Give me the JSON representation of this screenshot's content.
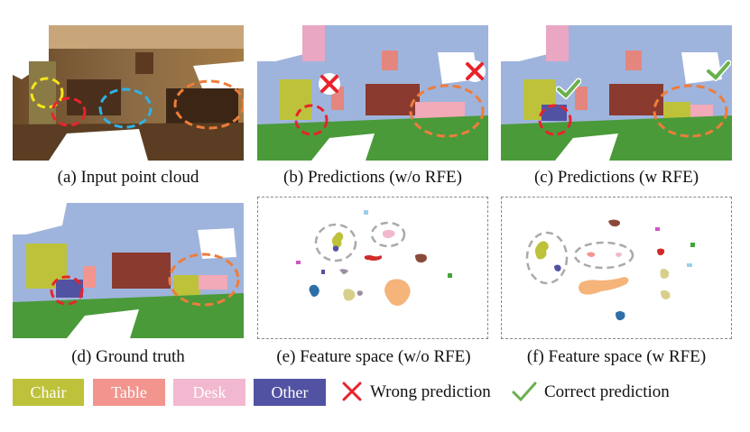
{
  "captions": {
    "a": "(a) Input point cloud",
    "b": "(b) Predictions (w/o RFE)",
    "c": "(c) Predictions (w RFE)",
    "d": "(d) Ground truth",
    "e": "(e) Feature space (w/o RFE)",
    "f": "(f) Feature space (w RFE)"
  },
  "legend": {
    "chair": "Chair",
    "table": "Table",
    "desk": "Desk",
    "other": "Other",
    "wrong": "Wrong prediction",
    "correct": "Correct prediction"
  },
  "colors": {
    "chair": "#bdc23a",
    "table": "#f2958f",
    "desk": "#f2b8cf",
    "other": "#5252a3",
    "wrong": "#e8232c",
    "correct": "#6ab04c",
    "highlight_yellow": "#f3e51b",
    "highlight_red": "#e8232c",
    "highlight_blue": "#2fb2e6",
    "highlight_orange": "#ee7d3a"
  }
}
